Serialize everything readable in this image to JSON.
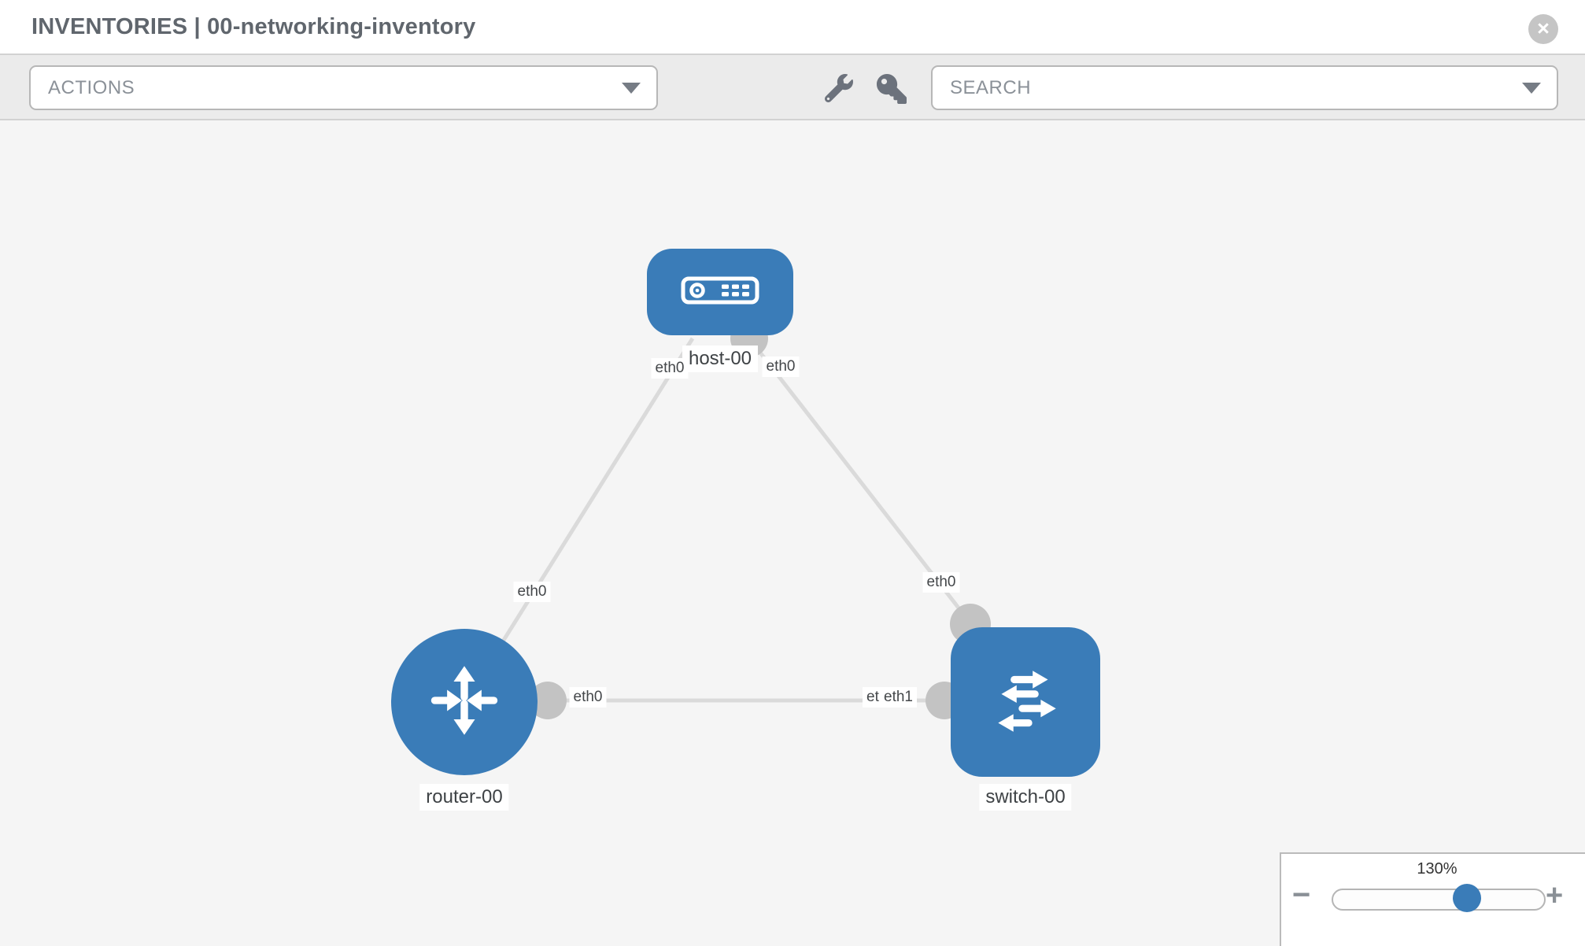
{
  "header": {
    "title": "INVENTORIES | 00-networking-inventory",
    "close_glyph": "×"
  },
  "toolbar": {
    "actions_label": "ACTIONS",
    "search_label": "SEARCH",
    "icons": [
      "wrench-icon",
      "key-icon"
    ],
    "icon_color": "#6c727c"
  },
  "colors": {
    "node_blue": "#3a7cb8",
    "link_gray": "#dadada",
    "connector_gray": "#c3c3c3",
    "toolbar_bg": "#ebebeb",
    "canvas_bg": "#f5f5f5",
    "title_text": "#60666d"
  },
  "topology": {
    "nodes": [
      {
        "id": "host-00",
        "type": "host",
        "label": "host-00"
      },
      {
        "id": "router-00",
        "type": "router",
        "label": "router-00"
      },
      {
        "id": "switch-00",
        "type": "switch",
        "label": "switch-00"
      }
    ],
    "links": [
      {
        "from": "host-00",
        "from_iface": "eth0",
        "to": "router-00",
        "to_iface": "eth0"
      },
      {
        "from": "host-00",
        "from_iface": "eth0",
        "to": "switch-00",
        "to_iface": "eth0"
      },
      {
        "from": "router-00",
        "from_iface": "eth0",
        "to": "switch-00",
        "to_iface": "eth1"
      }
    ],
    "iface_labels": {
      "host_left": "eth0",
      "host_right": "eth0",
      "router_top": "eth0",
      "switch_top": "eth0",
      "router_right": "eth0",
      "switch_left_back": "eth0",
      "switch_left_front": "eth1"
    }
  },
  "zoom_control": {
    "level": "130%",
    "minus_glyph": "−",
    "plus_glyph": "+"
  }
}
